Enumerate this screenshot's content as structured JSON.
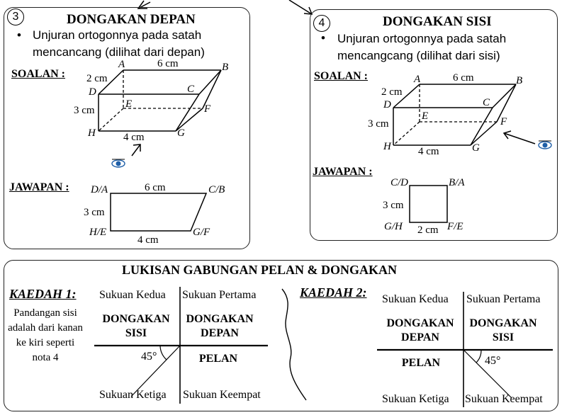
{
  "panel_front": {
    "number": "3",
    "title": "DONGAKAN DEPAN",
    "bullet": "•",
    "line1": "Unjuran ortogonnya pada satah",
    "line2": "mencancang (dilihat dari depan)",
    "question_label": "SOALAN :",
    "answer_label": "JAWAPAN :",
    "prism": {
      "vertices": {
        "A": "A",
        "B": "B",
        "C": "C",
        "D": "D",
        "E": "E",
        "F": "F",
        "G": "G",
        "H": "H"
      },
      "dims": {
        "width": "2 cm",
        "length": "6 cm",
        "height": "3 cm",
        "base": "4 cm"
      }
    },
    "answer": {
      "corners": {
        "tl": "D/A",
        "tr": "C/B",
        "bl": "H/E",
        "br": "G/F"
      },
      "dims": {
        "top": "6 cm",
        "left": "3 cm",
        "bottom": "4 cm"
      }
    }
  },
  "panel_side": {
    "number": "4",
    "title": "DONGAKAN SISI",
    "bullet": "•",
    "line1": "Unjuran ortogonnya pada satah",
    "line2": "mencangcang (dilihat dari sisi)",
    "question_label": "SOALAN :",
    "answer_label": "JAWAPAN :",
    "prism": {
      "vertices": {
        "A": "A",
        "B": "B",
        "C": "C",
        "D": "D",
        "E": "E",
        "F": "F",
        "G": "G",
        "H": "H"
      },
      "dims": {
        "width": "2 cm",
        "length": "6 cm",
        "height": "3 cm",
        "base": "4 cm"
      }
    },
    "answer": {
      "corners": {
        "tl": "C/D",
        "tr": "B/A",
        "bl": "G/H",
        "br": "F/E"
      },
      "dims": {
        "left": "3 cm",
        "bottom": "2 cm"
      }
    }
  },
  "combined": {
    "title": "LUKISAN GABUNGAN PELAN & DONGAKAN",
    "method1": {
      "title": "KAEDAH 1:",
      "note": "Pandangan sisi adalah dari kanan ke kiri seperti nota 4",
      "q2": "Sukuan Kedua",
      "q1": "Sukuan Pertama",
      "q3": "Sukuan Ketiga",
      "q4": "Sukuan Keempat",
      "top_left": "DONGAKAN SISI",
      "top_right": "DONGAKAN DEPAN",
      "bottom_right": "PELAN",
      "angle": "45°"
    },
    "method2": {
      "title": "KAEDAH 2:",
      "q2": "Sukuan Kedua",
      "q1": "Sukuan Pertama",
      "q3": "Sukuan Ketiga",
      "q4": "Sukuan Keempat",
      "top_left": "DONGAKAN DEPAN",
      "top_right": "DONGAKAN SISI",
      "bottom_left": "PELAN",
      "angle": "45°"
    }
  },
  "colors": {
    "eye": "#1f5fa8",
    "line": "#000000",
    "border": "#222222"
  },
  "icons": [
    "eye-icon",
    "arrow-icon"
  ]
}
